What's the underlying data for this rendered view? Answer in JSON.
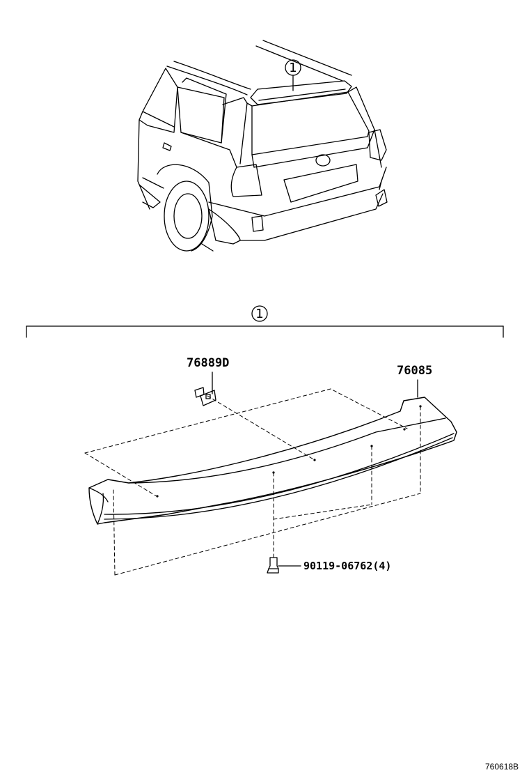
{
  "diagram": {
    "callout_number": "1",
    "parts": [
      {
        "part_number": "76889D"
      },
      {
        "part_number": "76085"
      },
      {
        "part_number": "90119-06762(4)"
      }
    ],
    "figure_id": "760618B"
  },
  "colors": {
    "line": "#000000",
    "background": "#ffffff"
  }
}
